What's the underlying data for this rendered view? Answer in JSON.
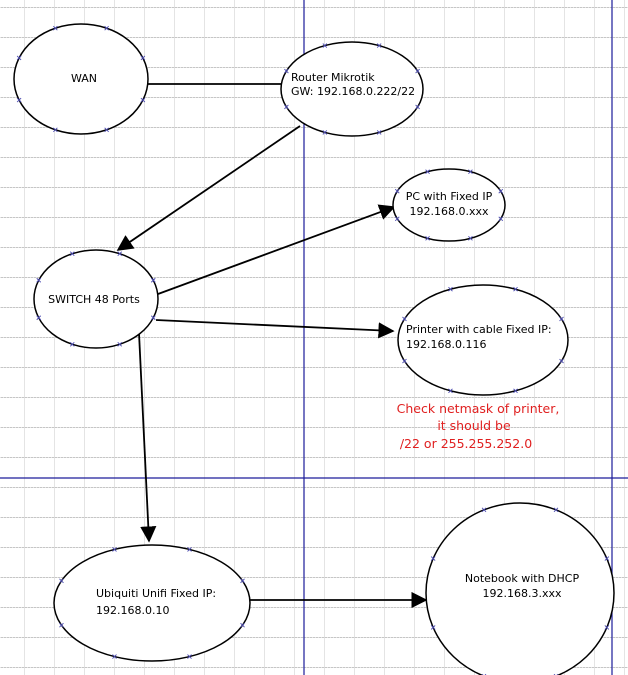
{
  "nodes": {
    "wan": {
      "label": "WAN"
    },
    "router": {
      "line1": "Router Mikrotik",
      "line2": "GW: 192.168.0.222/22"
    },
    "pc": {
      "line1": "PC with Fixed IP",
      "line2": "192.168.0.xxx"
    },
    "switch": {
      "label": "SWITCH 48 Ports"
    },
    "printer": {
      "line1": "Printer with cable Fixed IP:",
      "line2": "192.168.0.116"
    },
    "ubiquiti": {
      "line1": "Ubiquiti Unifi Fixed IP:",
      "line2": "192.168.0.10"
    },
    "notebook": {
      "line1": "Notebook with DHCP",
      "line2": "192.168.3.xxx"
    }
  },
  "note": {
    "line1": "Check netmask of printer,",
    "line2": "it should be",
    "line3": "/22 or 255.255.252.0"
  },
  "colors": {
    "page_border": "#1c1c9a",
    "note": "#e02020",
    "outline": "#000000",
    "handle": "#4a4ab0"
  }
}
